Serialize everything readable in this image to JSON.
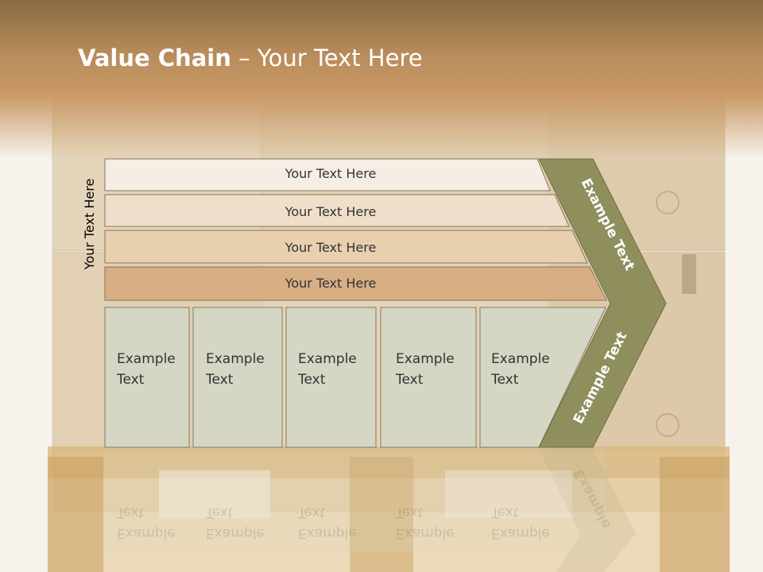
{
  "title": {
    "bold": "Value Chain",
    "rest": " – Your Text Here"
  },
  "side_label": "Your Text Here",
  "rows": [
    "Your Text Here",
    "Your Text Here",
    "Your Text Here",
    "Your Text Here"
  ],
  "cells": [
    {
      "line1": "Example",
      "line2": "Text"
    },
    {
      "line1": "Example",
      "line2": "Text"
    },
    {
      "line1": "Example",
      "line2": "Text"
    },
    {
      "line1": "Example",
      "line2": "Text"
    },
    {
      "line1": "Example",
      "line2": "Text"
    }
  ],
  "chevron": {
    "upper": "Example Text",
    "lower": "Example Text",
    "reflection": "Example"
  },
  "colors": {
    "row_fills": [
      "#f6eee4",
      "#efdfca",
      "#e8cfae",
      "#d8ae85"
    ],
    "cell_fill": "#d6d6c4",
    "chevron_fill": "#8f8f5e"
  }
}
